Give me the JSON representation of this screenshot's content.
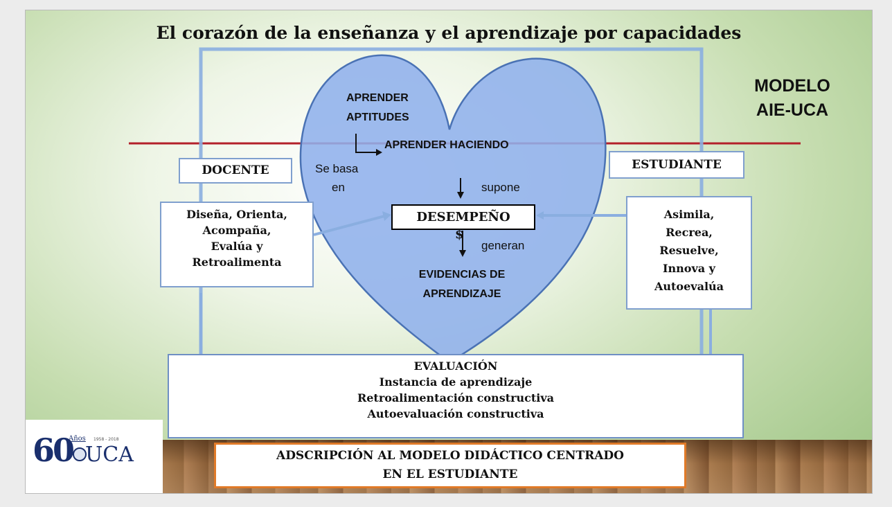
{
  "title": "El corazón de la enseñanza y el aprendizaje por capacidades",
  "model_label": [
    "MODELO",
    "AIE-UCA"
  ],
  "docente": "DOCENTE",
  "estudiante": "ESTUDIANTE",
  "docente_actions": [
    "Diseña, Orienta,",
    "Acompaña,",
    "Evalúa y",
    "Retroalimenta"
  ],
  "estudiante_actions": [
    "Asimila,",
    "Recrea,",
    "Resuelve,",
    "Innova y",
    "Autoevalúa"
  ],
  "heart": {
    "aprender": "APRENDER",
    "aptitudes": "APTITUDES",
    "aprender_haciendo": "APRENDER HACIENDO",
    "se_basa": "Se basa",
    "en": "en",
    "supone": "supone",
    "desempeno": "DESEMPEÑO",
    "dollar": "$",
    "generan": "generan",
    "evidencias": [
      "EVIDENCIAS DE",
      "APRENDIZAJE"
    ]
  },
  "evaluacion": [
    "EVALUACIÓN",
    "Instancia de aprendizaje",
    "Retroalimentación constructiva",
    "Autoevaluación constructiva"
  ],
  "adscripcion": [
    "ADSCRIPCIÓN AL MODELO DIDÁCTICO CENTRADO",
    "EN EL ESTUDIANTE"
  ],
  "logo": {
    "number": "60",
    "anos": "Años",
    "years": "1958 - 2018",
    "name": "UCA"
  },
  "colors": {
    "heart_fill": "#8fb1ec",
    "heart_stroke": "#4a72b4",
    "frame_line": "#8aaee0",
    "red_line": "#b3202a",
    "adscripcion_border": "#e07a28"
  }
}
